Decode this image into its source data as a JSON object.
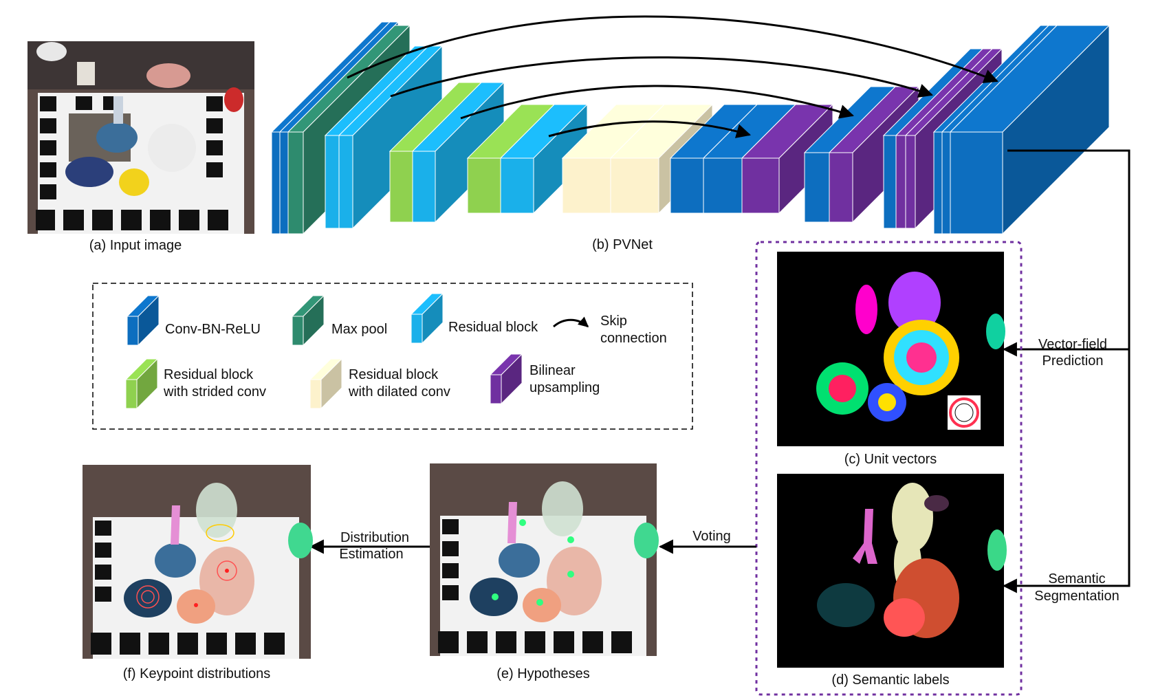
{
  "captions": {
    "input_image": "(a) Input image",
    "pvnet": "(b) PVNet",
    "unit_vectors": "(c) Unit vectors",
    "semantic_labels": "(d) Semantic labels",
    "hypotheses": "(e) Hypotheses",
    "keypoint_distributions": "(f) Keypoint distributions"
  },
  "legend": {
    "conv": "Conv-BN-ReLU",
    "maxpool": "Max pool",
    "residual": "Residual block",
    "skip_line1": "Skip",
    "skip_line2": "connection",
    "strided_line1": "Residual block",
    "strided_line2": "with strided conv",
    "dilated_line1": "Residual block",
    "dilated_line2": "with dilated conv",
    "bilinear_line1": "Bilinear",
    "bilinear_line2": "upsampling"
  },
  "arrows": {
    "vector_field_line1": "Vector-field",
    "vector_field_line2": "Prediction",
    "semantic_line1": "Semantic",
    "semantic_line2": "Segmentation",
    "voting": "Voting",
    "distribution_line1": "Distribution",
    "distribution_line2": "Estimation"
  },
  "colors": {
    "conv": "#0d6ebf",
    "maxpool": "#2e8b6e",
    "residual": "#1ab0ea",
    "strided": "#8fd14f",
    "dilated": "#fdf2cc",
    "bilinear": "#7030a0",
    "dashed_box": "#7030a0"
  }
}
